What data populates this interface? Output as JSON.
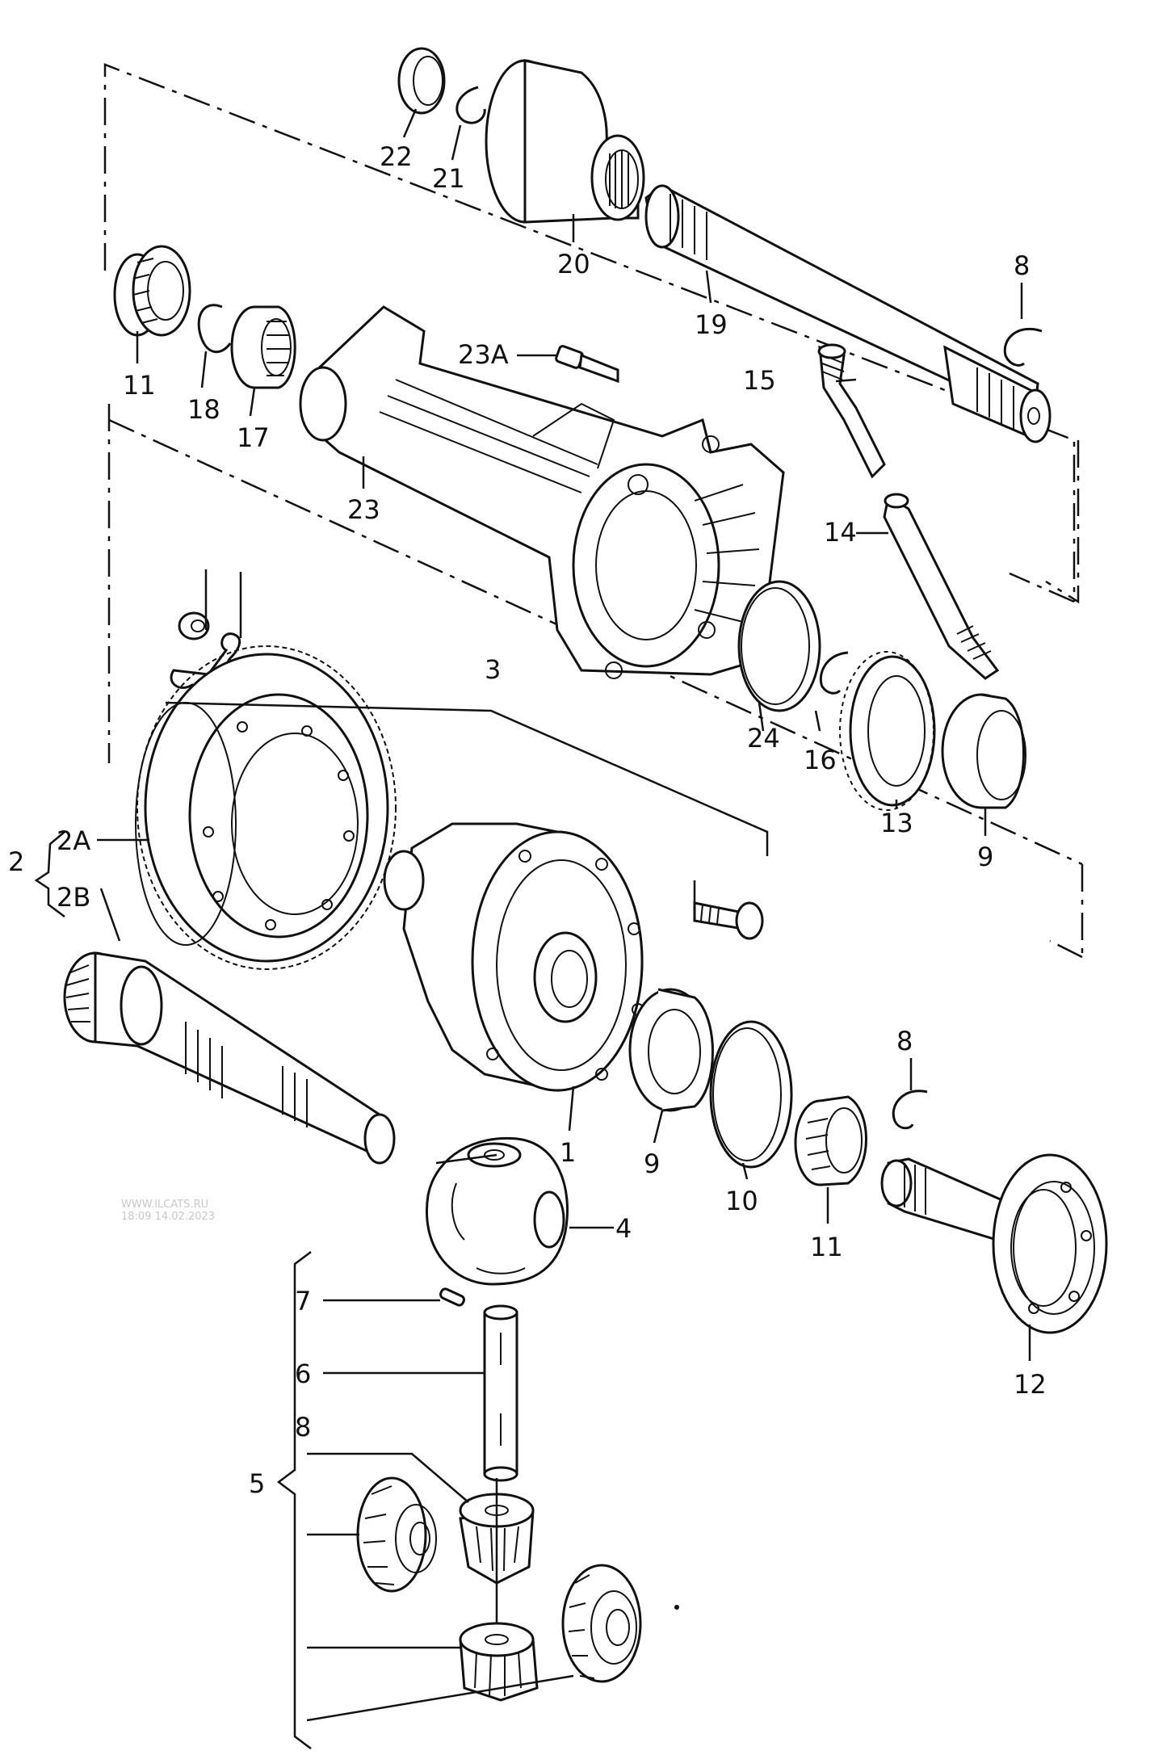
{
  "diagram": {
    "labels": {
      "l1": "1",
      "l2": "2",
      "l2a": "2A",
      "l2b": "2B",
      "l3": "3",
      "l4": "4",
      "l5": "5",
      "l6": "6",
      "l7": "7",
      "l8a": "8",
      "l8b": "8",
      "l8c": "8",
      "l9a": "9",
      "l9b": "9",
      "l10": "10",
      "l11a": "11",
      "l11b": "11",
      "l12": "12",
      "l13": "13",
      "l14": "14",
      "l15": "15",
      "l16": "16",
      "l17": "17",
      "l18": "18",
      "l19": "19",
      "l20": "20",
      "l21": "21",
      "l22": "22",
      "l23": "23",
      "l23a": "23A",
      "l24": "24"
    },
    "watermark": {
      "line1": "WWW.ILCATS.RU",
      "line2": "18:09 14.02.2023"
    }
  }
}
